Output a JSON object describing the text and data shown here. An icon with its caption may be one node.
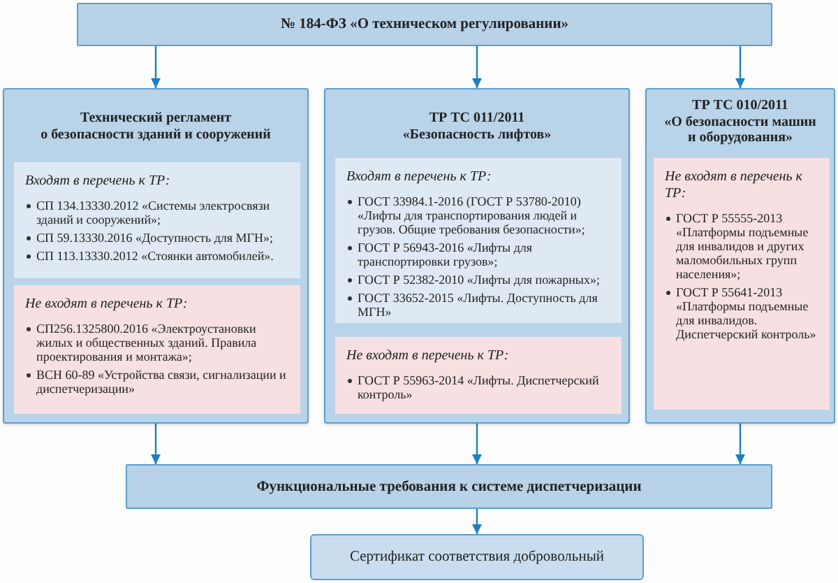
{
  "diagram": {
    "nodes": [
      {
        "text": [
          "№ 184-ФЗ «О техническом регулировании»"
        ]
      },
      {
        "text": [
          "Технический регламент о безопасности зданий и сооружений"
        ]
      },
      {
        "text": [
          "Входят в перечень к ТР:",
          "СП 134.13330.2012 «Системы электросвязи зданий и сооружений»;",
          "СП 59.13330.2016 «Доступность для МГН»;",
          "СП 113.13330.2012 «Стоянки автомобилей»."
        ],
        "in": 1
      },
      {
        "text": [
          "Не входят в перечень к ТР:",
          "СП256.1325800.2016 «Электроустановки жилых и общественных зданий. Правила проектирования и монтажа»;",
          "ВСН 60-89 «Устройства связи, сигнализации и диспетчеризации»"
        ],
        "in": 1
      },
      {
        "text": [
          "ТР ТС 011/2011 «Безопасность лифтов»"
        ]
      },
      {
        "text": [
          "Входят в перечень к ТР:",
          "ГОСТ 33984.1-2016 (ГОСТ Р 53780-2010) «Лифты для транспортирования людей и грузов. Общие требования безопасности»;",
          "ГОСТ Р 56943-2016 «Лифты для транспортировки грузов»;",
          "ГОСТ Р 52382-2010 «Лифты для пожарных»;",
          "ГОСТ 33652-2015 «Лифты. Доступность для МГН»"
        ],
        "in": 4
      },
      {
        "text": [
          "Не входят в перечень к ТР:",
          "ГОСТ Р 55963-2014 «Лифты. Диспетчерский контроль»"
        ],
        "in": 4
      },
      {
        "text": [
          "ТР ТС 010/2011 «О безопасности машин и оборудования»"
        ]
      },
      {
        "text": [
          "Не входят в перечень к ТР:",
          "ГОСТ Р 55555-2013 «Платформы подъемные для инвалидов и других маломобильных групп населения»;",
          "ГОСТ Р 55641-2013 «Платформы подъемные для инвалидов. Диспетчерский контроль»"
        ],
        "in": 7
      },
      {
        "text": [
          "Функциональные требования к системе диспетчеризации"
        ]
      },
      {
        "text": [
          "Сертификат соответствия добровольный"
        ]
      }
    ],
    "edges": [
      {
        "from": 0,
        "to": 1,
        "arrow": "to"
      },
      {
        "from": 0,
        "to": 4,
        "arrow": "to"
      },
      {
        "from": 0,
        "to": 7,
        "arrow": "to"
      },
      {
        "from": 1,
        "to": 9,
        "arrow": "to"
      },
      {
        "from": 4,
        "to": 9,
        "arrow": "to"
      },
      {
        "from": 7,
        "to": 9,
        "arrow": "to"
      },
      {
        "from": 9,
        "to": 10,
        "arrow": "to"
      }
    ]
  }
}
